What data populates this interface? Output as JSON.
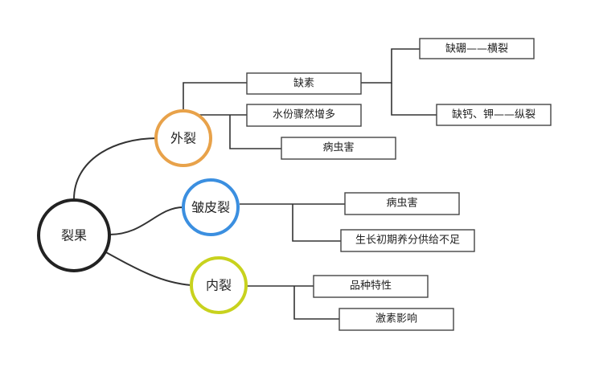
{
  "root": {
    "label": "裂果",
    "color": "#222222"
  },
  "branches": [
    {
      "key": "outer",
      "label": "外裂",
      "color": "#E8A24A"
    },
    {
      "key": "skin",
      "label": "皱皮裂",
      "color": "#3B8FE0"
    },
    {
      "key": "inner",
      "label": "内裂",
      "color": "#C8D21E"
    }
  ],
  "boxes": {
    "deficiency": "缺素",
    "boron": "缺硼——横裂",
    "calcium": "缺钙、钾——纵裂",
    "water": "水份骤然增多",
    "pest_outer": "病虫害",
    "pest_skin": "病虫害",
    "nutrition": "生长初期养分供给不足",
    "variety": "品种特性",
    "hormone": "激素影响"
  }
}
